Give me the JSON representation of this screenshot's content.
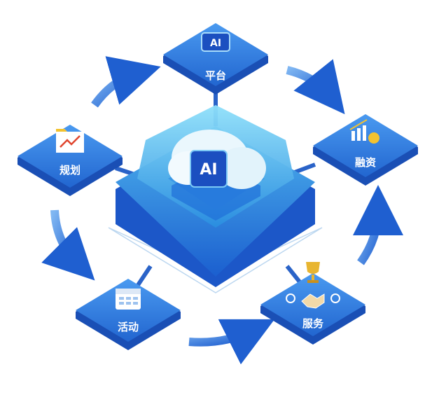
{
  "center": {
    "label": "AI"
  },
  "nodes": [
    {
      "id": "platform",
      "label": "平台",
      "icon": "ai-chip-icon"
    },
    {
      "id": "finance",
      "label": "融资",
      "icon": "growth-chart-coin-icon"
    },
    {
      "id": "service",
      "label": "服务",
      "icon": "handshake-trophy-icon"
    },
    {
      "id": "activity",
      "label": "活动",
      "icon": "calendar-icon"
    },
    {
      "id": "planning",
      "label": "规划",
      "icon": "folder-chart-icon"
    }
  ],
  "colors": {
    "node_top": "#2f7fe0",
    "node_side": "#1a4fb5",
    "arrow": "#2f6fd6",
    "hex_light": "#63c9f0"
  }
}
